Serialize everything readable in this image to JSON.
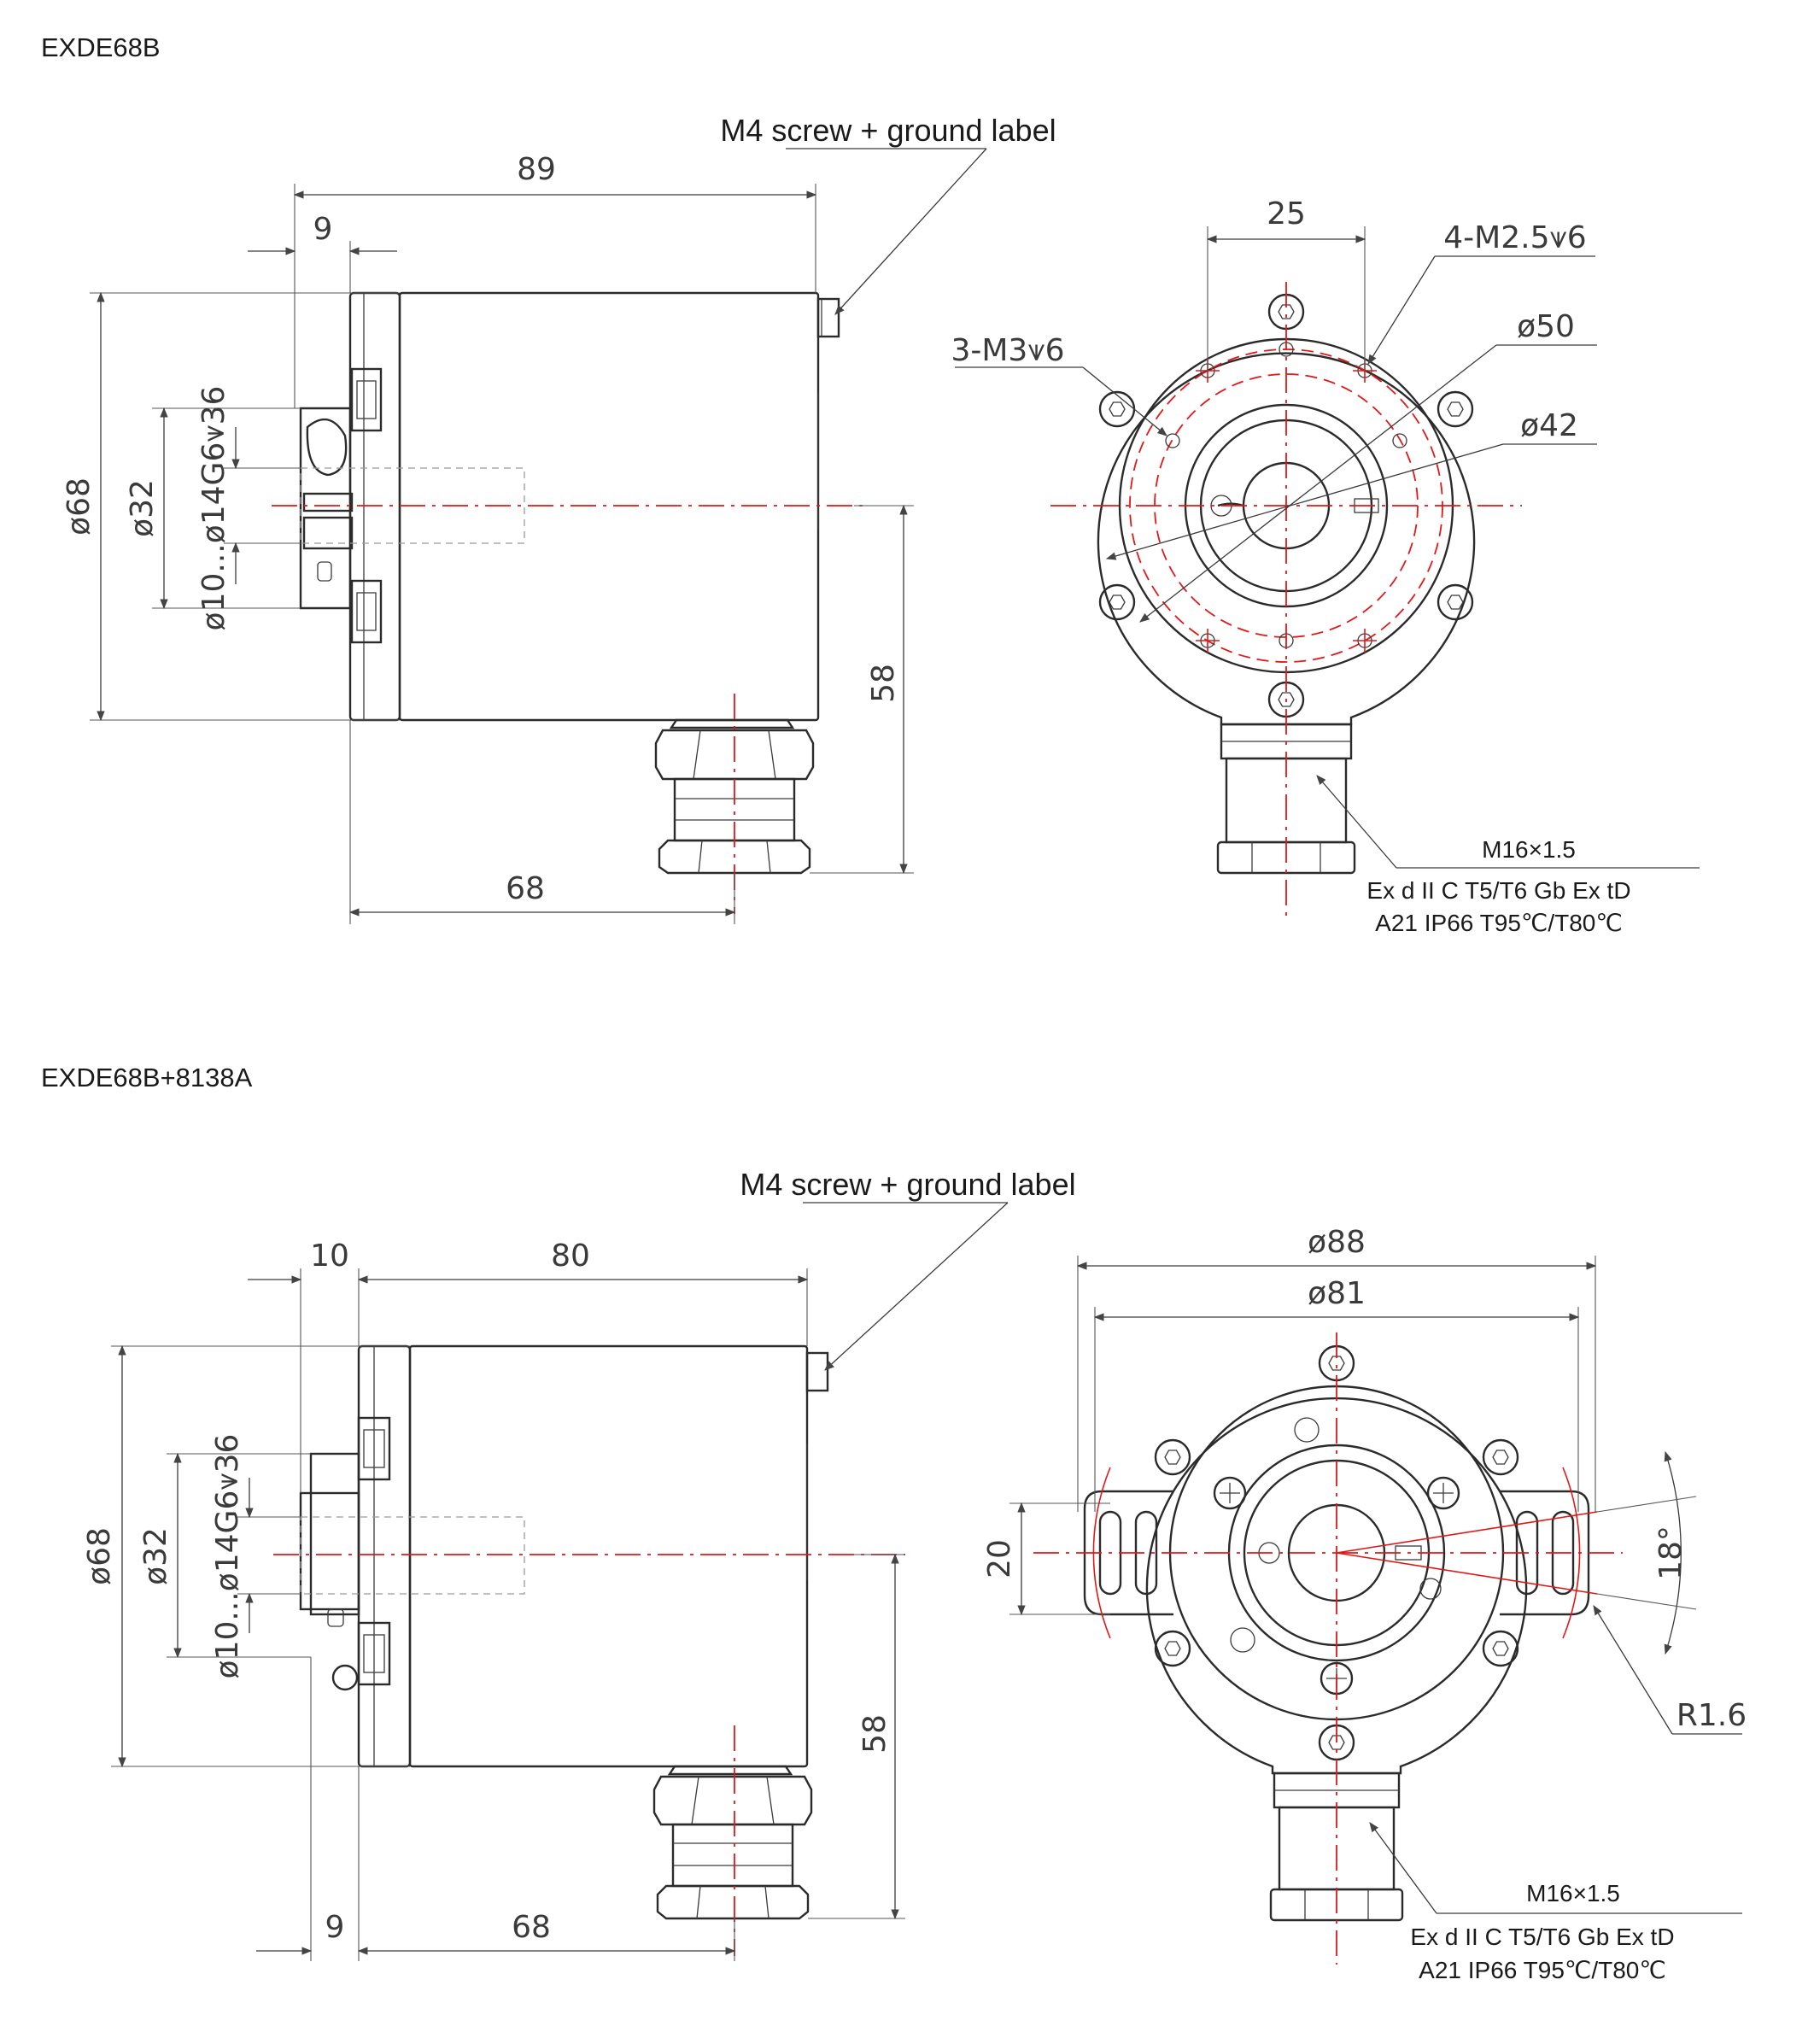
{
  "drawings": [
    {
      "model": "EXDE68B",
      "ground_callout": "M4 screw + ground label",
      "side_view": {
        "dim_length": "89",
        "dim_flange": "9",
        "dim_body_dia": "ø68",
        "dim_clamp_dia": "ø32",
        "dim_shaft": "ø10...ø14G6⩛36",
        "dim_height": "58",
        "dim_cable_offset": "68"
      },
      "front_view": {
        "dim_bolt_spacing": "25",
        "note_tapped_holes_4": "4-M2.5⩛6",
        "note_tapped_holes_3": "3-M3⩛6",
        "dim_pcd_outer": "ø50",
        "dim_pcd_inner": "ø42",
        "thread": "M16×1.5",
        "ex_rating_line1": "Ex d II C T5/T6 Gb  Ex tD",
        "ex_rating_line2": "A21 IP66 T95℃/T80℃"
      }
    },
    {
      "model": "EXDE68B+8138A",
      "ground_callout": "M4 screw + ground label",
      "side_view": {
        "dim_flange": "10",
        "dim_length": "80",
        "dim_body_dia": "ø68",
        "dim_clamp_dia": "ø32",
        "dim_shaft": "ø10...ø14G6⩛36",
        "dim_height": "58",
        "dim_base": "9",
        "dim_cable_offset": "68"
      },
      "front_view": {
        "dim_outer": "ø88",
        "dim_slot_pcd": "ø81",
        "dim_slot_width": "20",
        "dim_angle": "18°",
        "dim_radius": "R1.6",
        "thread": "M16×1.5",
        "ex_rating_line1": "Ex d II C T5/T6 Gb  Ex tD",
        "ex_rating_line2": "A21 IP66 T95℃/T80℃"
      }
    }
  ],
  "colors": {
    "outline": "#2b2b2b",
    "centerline": "#e01818",
    "dimension": "#3a3a3a"
  }
}
